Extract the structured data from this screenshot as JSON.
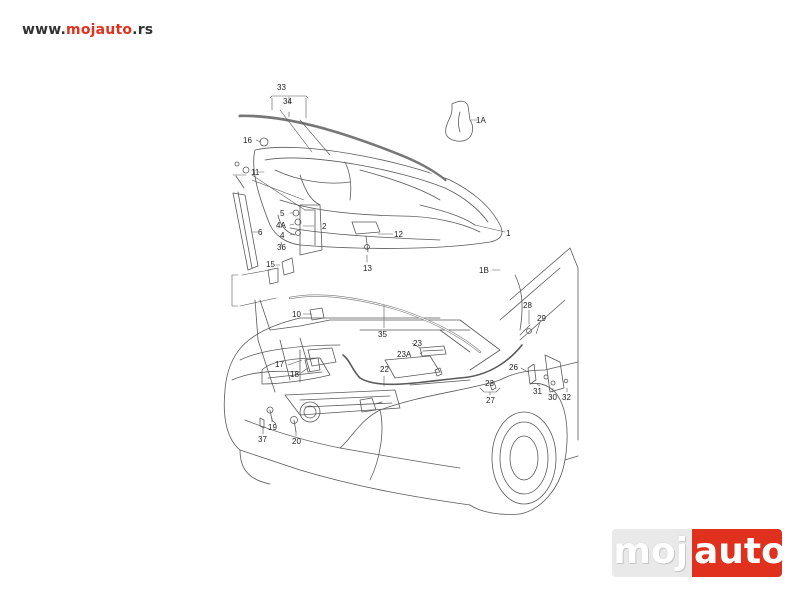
{
  "header": {
    "url_prefix": "www.",
    "url_brand": "mojauto",
    "url_suffix": ".rs"
  },
  "watermark": {
    "part1": "moj",
    "part2": "auto",
    "accent_color": "#e0301e"
  },
  "diagram": {
    "callouts": [
      "33",
      "34",
      "16",
      "11",
      "5",
      "4A",
      "4",
      "2",
      "6",
      "36",
      "15",
      "1A",
      "1",
      "12",
      "13",
      "1B",
      "10",
      "35",
      "28",
      "29",
      "17",
      "18",
      "23",
      "23A",
      "22",
      "26",
      "31",
      "30",
      "32",
      "23",
      "27",
      "19",
      "37",
      "20"
    ]
  }
}
